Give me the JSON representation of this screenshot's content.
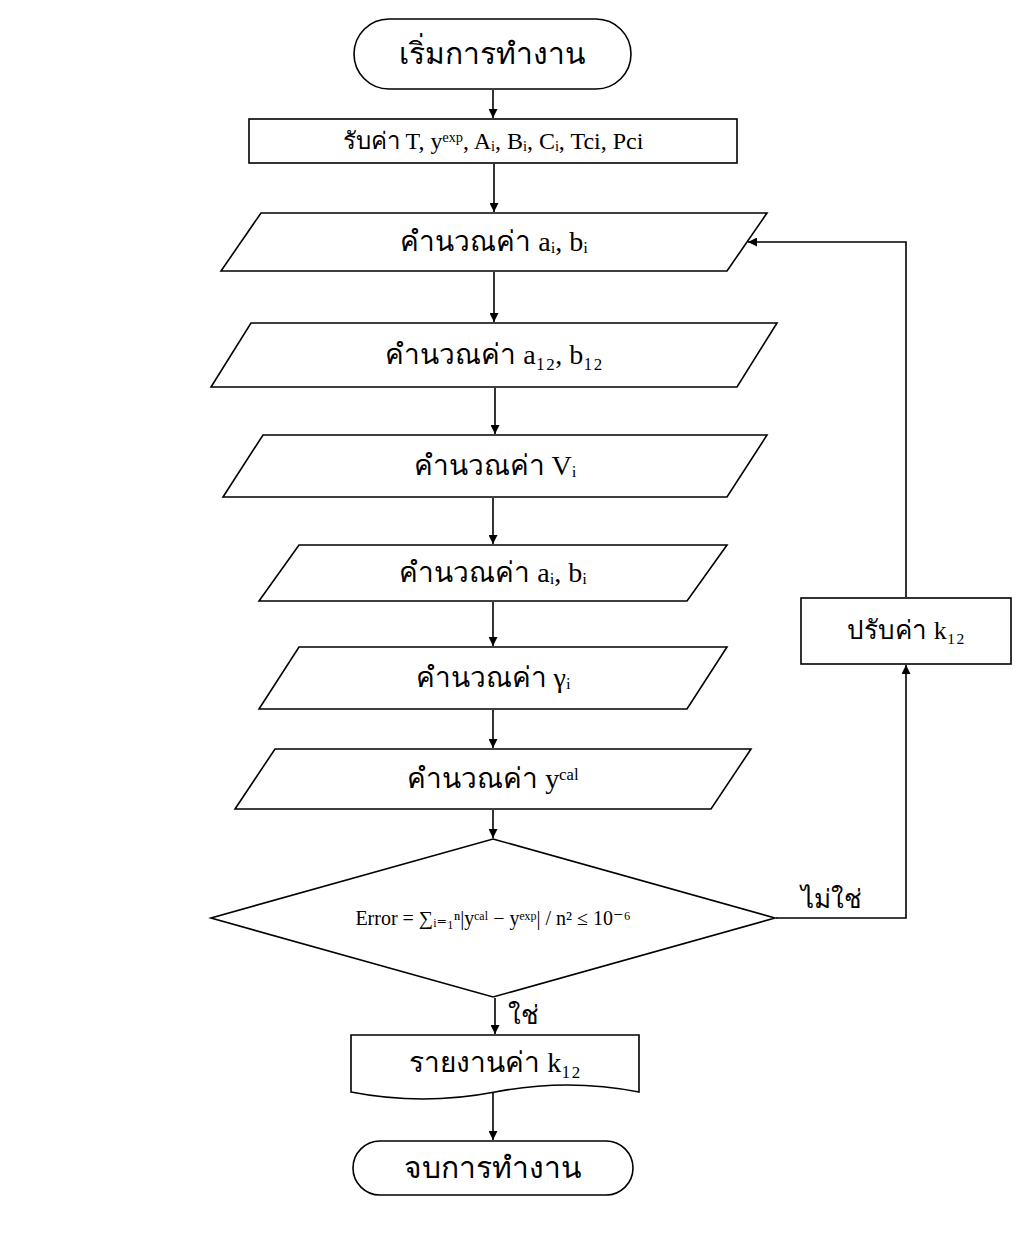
{
  "diagram": {
    "nodes": [
      {
        "text": [
          "เริ่มการทำงาน"
        ]
      },
      {
        "text": [
          "รับค่า T, yᵉˣᵖ, Aᵢ, Bᵢ, Cᵢ, Tci, Pci"
        ]
      },
      {
        "text": [
          "คำนวณค่า aᵢ, bᵢ"
        ]
      },
      {
        "text": [
          "คำนวณค่า a₁₂, b₁₂"
        ]
      },
      {
        "text": [
          "คำนวณค่า Vᵢ"
        ]
      },
      {
        "text": [
          "คำนวณค่า aᵢ, bᵢ"
        ]
      },
      {
        "text": [
          "คำนวณค่า γᵢ"
        ]
      },
      {
        "text": [
          "คำนวณค่า yᶜᵃˡ"
        ]
      },
      {
        "text": [
          "Error = ∑ᵢ₌₁ⁿ|yᶜᵃˡ − yᵉˣᵖ| / n² ≤ 10⁻⁶"
        ]
      },
      {
        "text": [
          "ปรับค่า k₁₂"
        ]
      },
      {
        "text": [
          "รายงานค่า k₁₂"
        ]
      },
      {
        "text": [
          "จบการทำงาน"
        ]
      }
    ],
    "edges": [
      {
        "from": 0,
        "to": 1,
        "arrow": "to"
      },
      {
        "from": 1,
        "to": 2,
        "arrow": "to"
      },
      {
        "from": 2,
        "to": 3,
        "arrow": "to"
      },
      {
        "from": 3,
        "to": 4,
        "arrow": "to"
      },
      {
        "from": 4,
        "to": 5,
        "arrow": "to"
      },
      {
        "from": 5,
        "to": 6,
        "arrow": "to"
      },
      {
        "from": 6,
        "to": 7,
        "arrow": "to"
      },
      {
        "from": 7,
        "to": 8,
        "arrow": "to"
      },
      {
        "from": 8,
        "to": 10,
        "label": "ใช่",
        "arrow": "to"
      },
      {
        "from": 8,
        "to": 9,
        "label": "ไม่ใช่",
        "arrow": "to"
      },
      {
        "from": 9,
        "to": 2,
        "arrow": "to"
      },
      {
        "from": 10,
        "to": 11,
        "arrow": "to"
      }
    ]
  }
}
